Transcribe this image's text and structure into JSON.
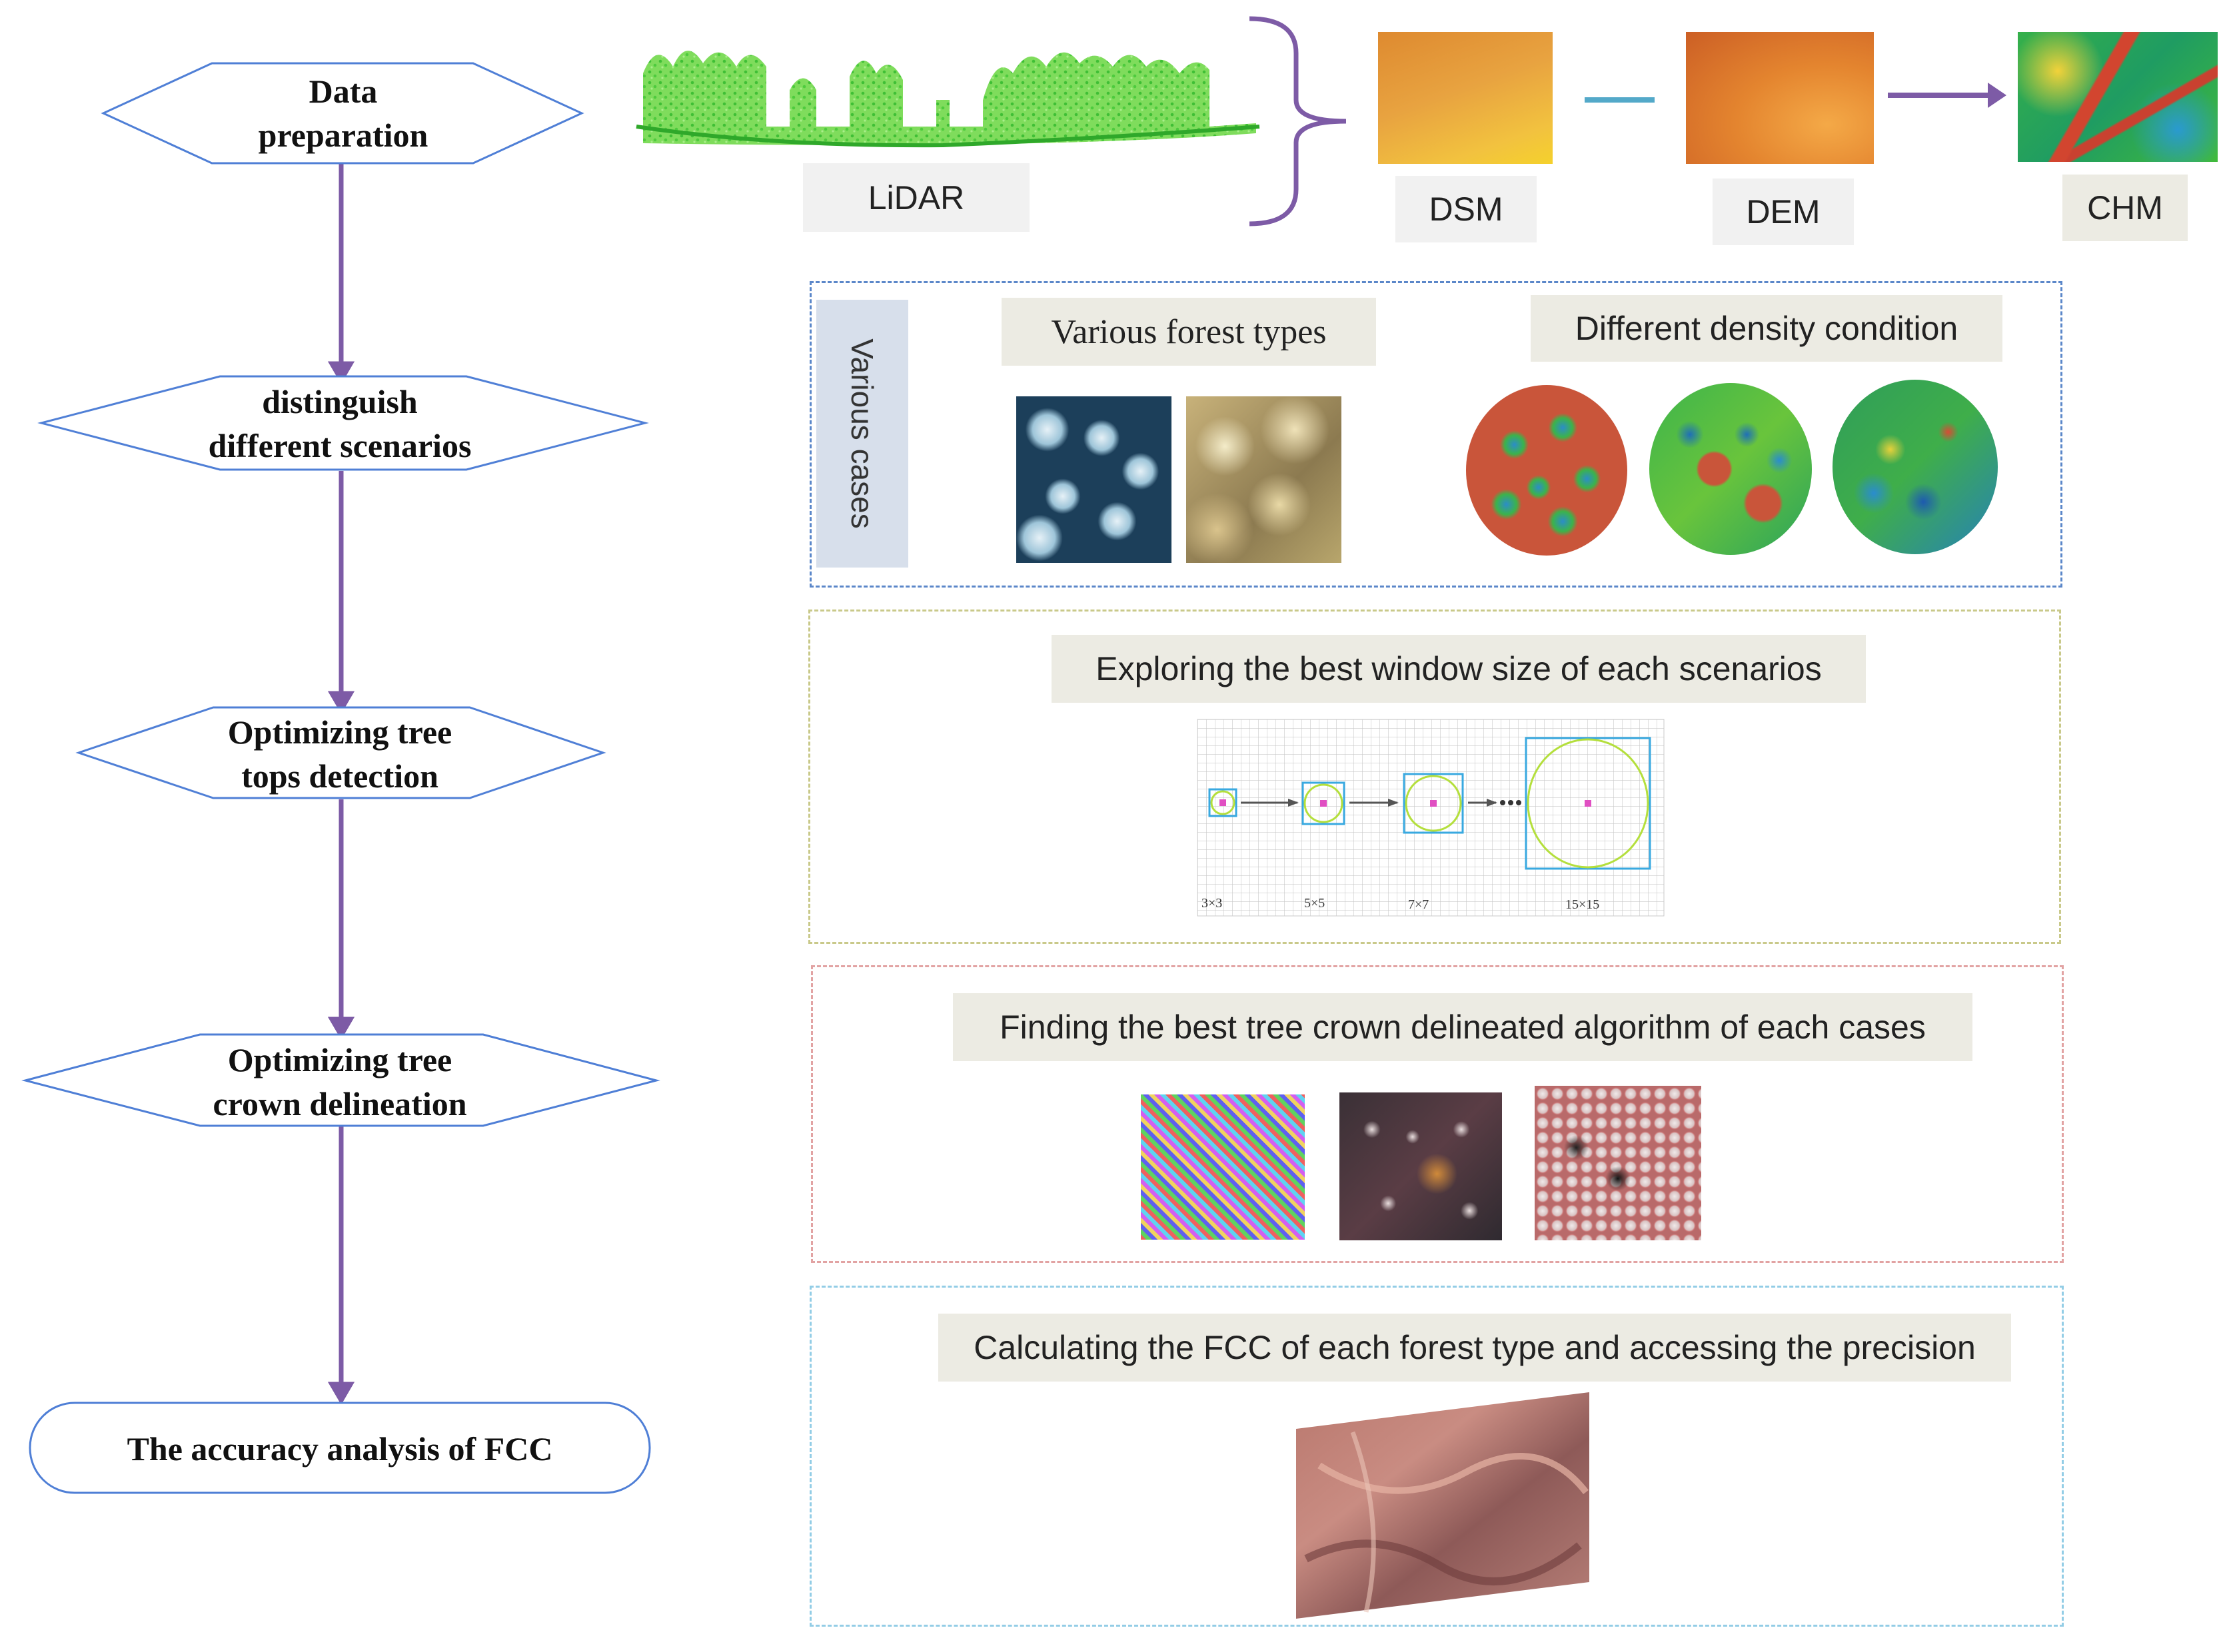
{
  "flow": {
    "step1_line1": "Data",
    "step1_line2": "preparation",
    "step2_line1": "distinguish",
    "step2_line2": "different scenarios",
    "step3_line1": "Optimizing tree",
    "step3_line2": "tops detection",
    "step4_line1": "Optimizing tree",
    "step4_line2": "crown delineation",
    "step5": "The accuracy analysis of FCC"
  },
  "data_prep": {
    "lidar": "LiDAR",
    "dsm": "DSM",
    "dem": "DEM",
    "chm": "CHM"
  },
  "scenarios": {
    "vertical_label": "Various cases",
    "forest_types": "Various forest types",
    "density": "Different density condition"
  },
  "tops": {
    "title": "Exploring the best window size of each scenarios",
    "sizes": [
      "3×3",
      "5×5",
      "7×7",
      "15×15"
    ]
  },
  "crown": {
    "title": "Finding the best tree crown delineated algorithm of each cases"
  },
  "fcc": {
    "title": "Calculating the FCC of each forest type and accessing the precision"
  },
  "colors": {
    "flow_border": "#4f7fd6",
    "arrow": "#7d5ba6",
    "box1_border": "#5b87c9",
    "box2_border": "#c9c98a",
    "box3_border": "#e2a3a3",
    "box4_border": "#93cde6",
    "label_bg": "#ecebe3"
  }
}
